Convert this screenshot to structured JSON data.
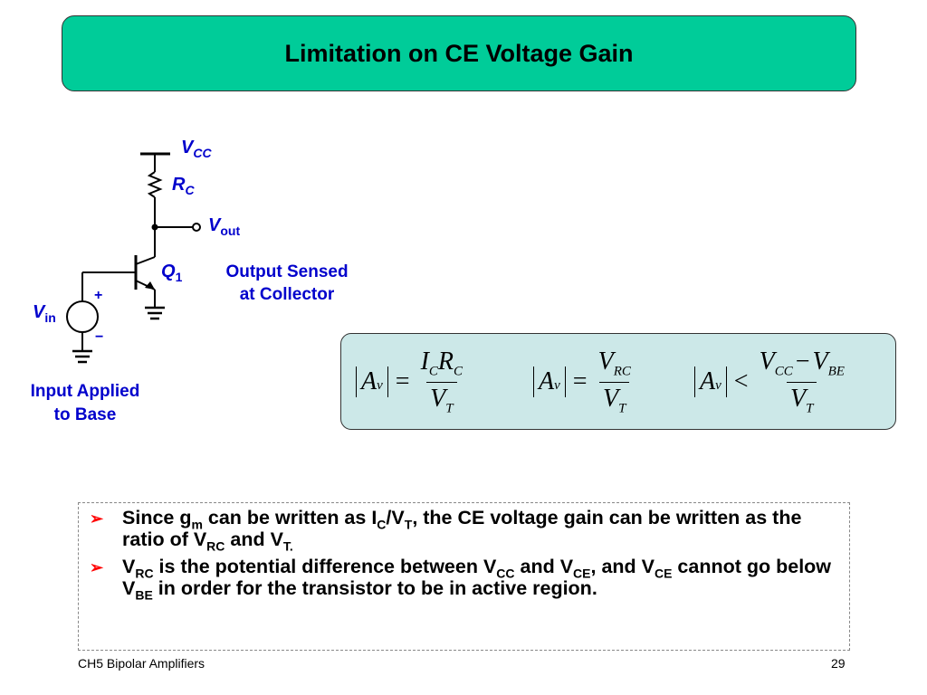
{
  "slide": {
    "title": "Limitation on CE Voltage Gain",
    "footer_left": "CH5 Bipolar Amplifiers",
    "page_number": "29"
  },
  "circuit": {
    "vcc": {
      "main": "V",
      "sub": "CC"
    },
    "rc": {
      "main": "R",
      "sub": "C"
    },
    "vout": {
      "main": "V",
      "sub": "out"
    },
    "q1": {
      "main": "Q",
      "sub": "1"
    },
    "vin": {
      "main": "V",
      "sub": "in"
    },
    "plus": "+",
    "minus": "−",
    "caption_output": [
      "Output Sensed",
      "at Collector"
    ],
    "caption_input": [
      "Input Applied",
      "to Base"
    ]
  },
  "equations": [
    {
      "lhs": "A",
      "lhs_sub": "v",
      "op": "=",
      "num": "I",
      "num_sub": "C",
      "num2": "R",
      "num2_sub": "C",
      "den": "V",
      "den_sub": "T"
    },
    {
      "lhs": "A",
      "lhs_sub": "v",
      "op": "=",
      "num": "V",
      "num_sub": "RC",
      "den": "V",
      "den_sub": "T"
    },
    {
      "lhs": "A",
      "lhs_sub": "v",
      "op": "<",
      "num": "V",
      "num_sub": "CC",
      "num_mid": "−",
      "num2": "V",
      "num2_sub": "BE",
      "den": "V",
      "den_sub": "T"
    }
  ],
  "bullets": [
    {
      "marker": "➢",
      "parts": [
        "Since g",
        "m",
        " can be written as I",
        "C",
        "/V",
        "T",
        ", the CE voltage gain can be written as the ratio of V",
        "RC",
        " and V",
        "T."
      ]
    },
    {
      "marker": "➢",
      "parts": [
        "V",
        "RC",
        " is the potential difference between V",
        "CC",
        " and V",
        "CE",
        ", and V",
        "CE",
        " cannot go below V",
        "BE",
        " in order for the transistor to be in active region."
      ]
    }
  ],
  "colors": {
    "title_bg": "#00cc99",
    "equation_bg": "#cce8e8",
    "circuit_label": "#0000cc",
    "bullet_marker": "#ff0000"
  }
}
